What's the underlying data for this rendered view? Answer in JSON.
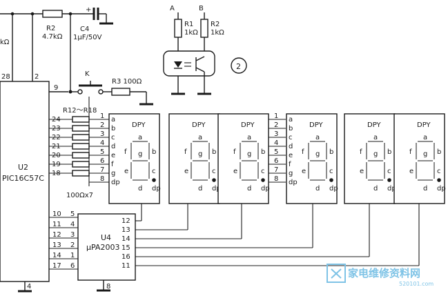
{
  "labels": {
    "r2_top": "R2",
    "r2_top_val": "4.7kΩ",
    "c4": "C4",
    "c4_val": "1μF/50V",
    "c4_plus": "+",
    "left_cut": "kΩ",
    "pin28": "28",
    "pin2": "2",
    "pin9": "9",
    "pin4": "4",
    "pin8": "8",
    "switch_k": "K",
    "r3": "R3  100Ω",
    "opto_a": "A",
    "opto_b": "B",
    "r1": "R1",
    "r1_val": "1kΩ",
    "r2_right": "R2",
    "r2_right_val": "1kΩ",
    "circle_num": "2",
    "u2": "U2",
    "u2_part": "PIC16C57C",
    "resistor_group": "R12～R18",
    "resistor_array": "100Ωx7",
    "u4": "U4",
    "u4_part": "μPA2003",
    "dpy": "DPY",
    "dp": "dp"
  },
  "mcu_segment_pins": [
    "24",
    "23",
    "22",
    "21",
    "20",
    "19",
    "18"
  ],
  "segment_index": [
    "1",
    "2",
    "3",
    "4",
    "5",
    "6",
    "7",
    "8"
  ],
  "segment_names": [
    "a",
    "b",
    "c",
    "d",
    "e",
    "f",
    "g",
    "dp"
  ],
  "driver_left_pins": [
    {
      "mcu": "10",
      "u4": "5"
    },
    {
      "mcu": "11",
      "u4": "4"
    },
    {
      "mcu": "12",
      "u4": "3"
    },
    {
      "mcu": "13",
      "u4": "2"
    },
    {
      "mcu": "14",
      "u4": "1"
    },
    {
      "mcu": "17",
      "u4": "6"
    }
  ],
  "driver_right_pins": [
    "12",
    "13",
    "14",
    "15",
    "16",
    "11"
  ],
  "watermark": {
    "text": "家电维修资料网",
    "url": "520101.com"
  }
}
